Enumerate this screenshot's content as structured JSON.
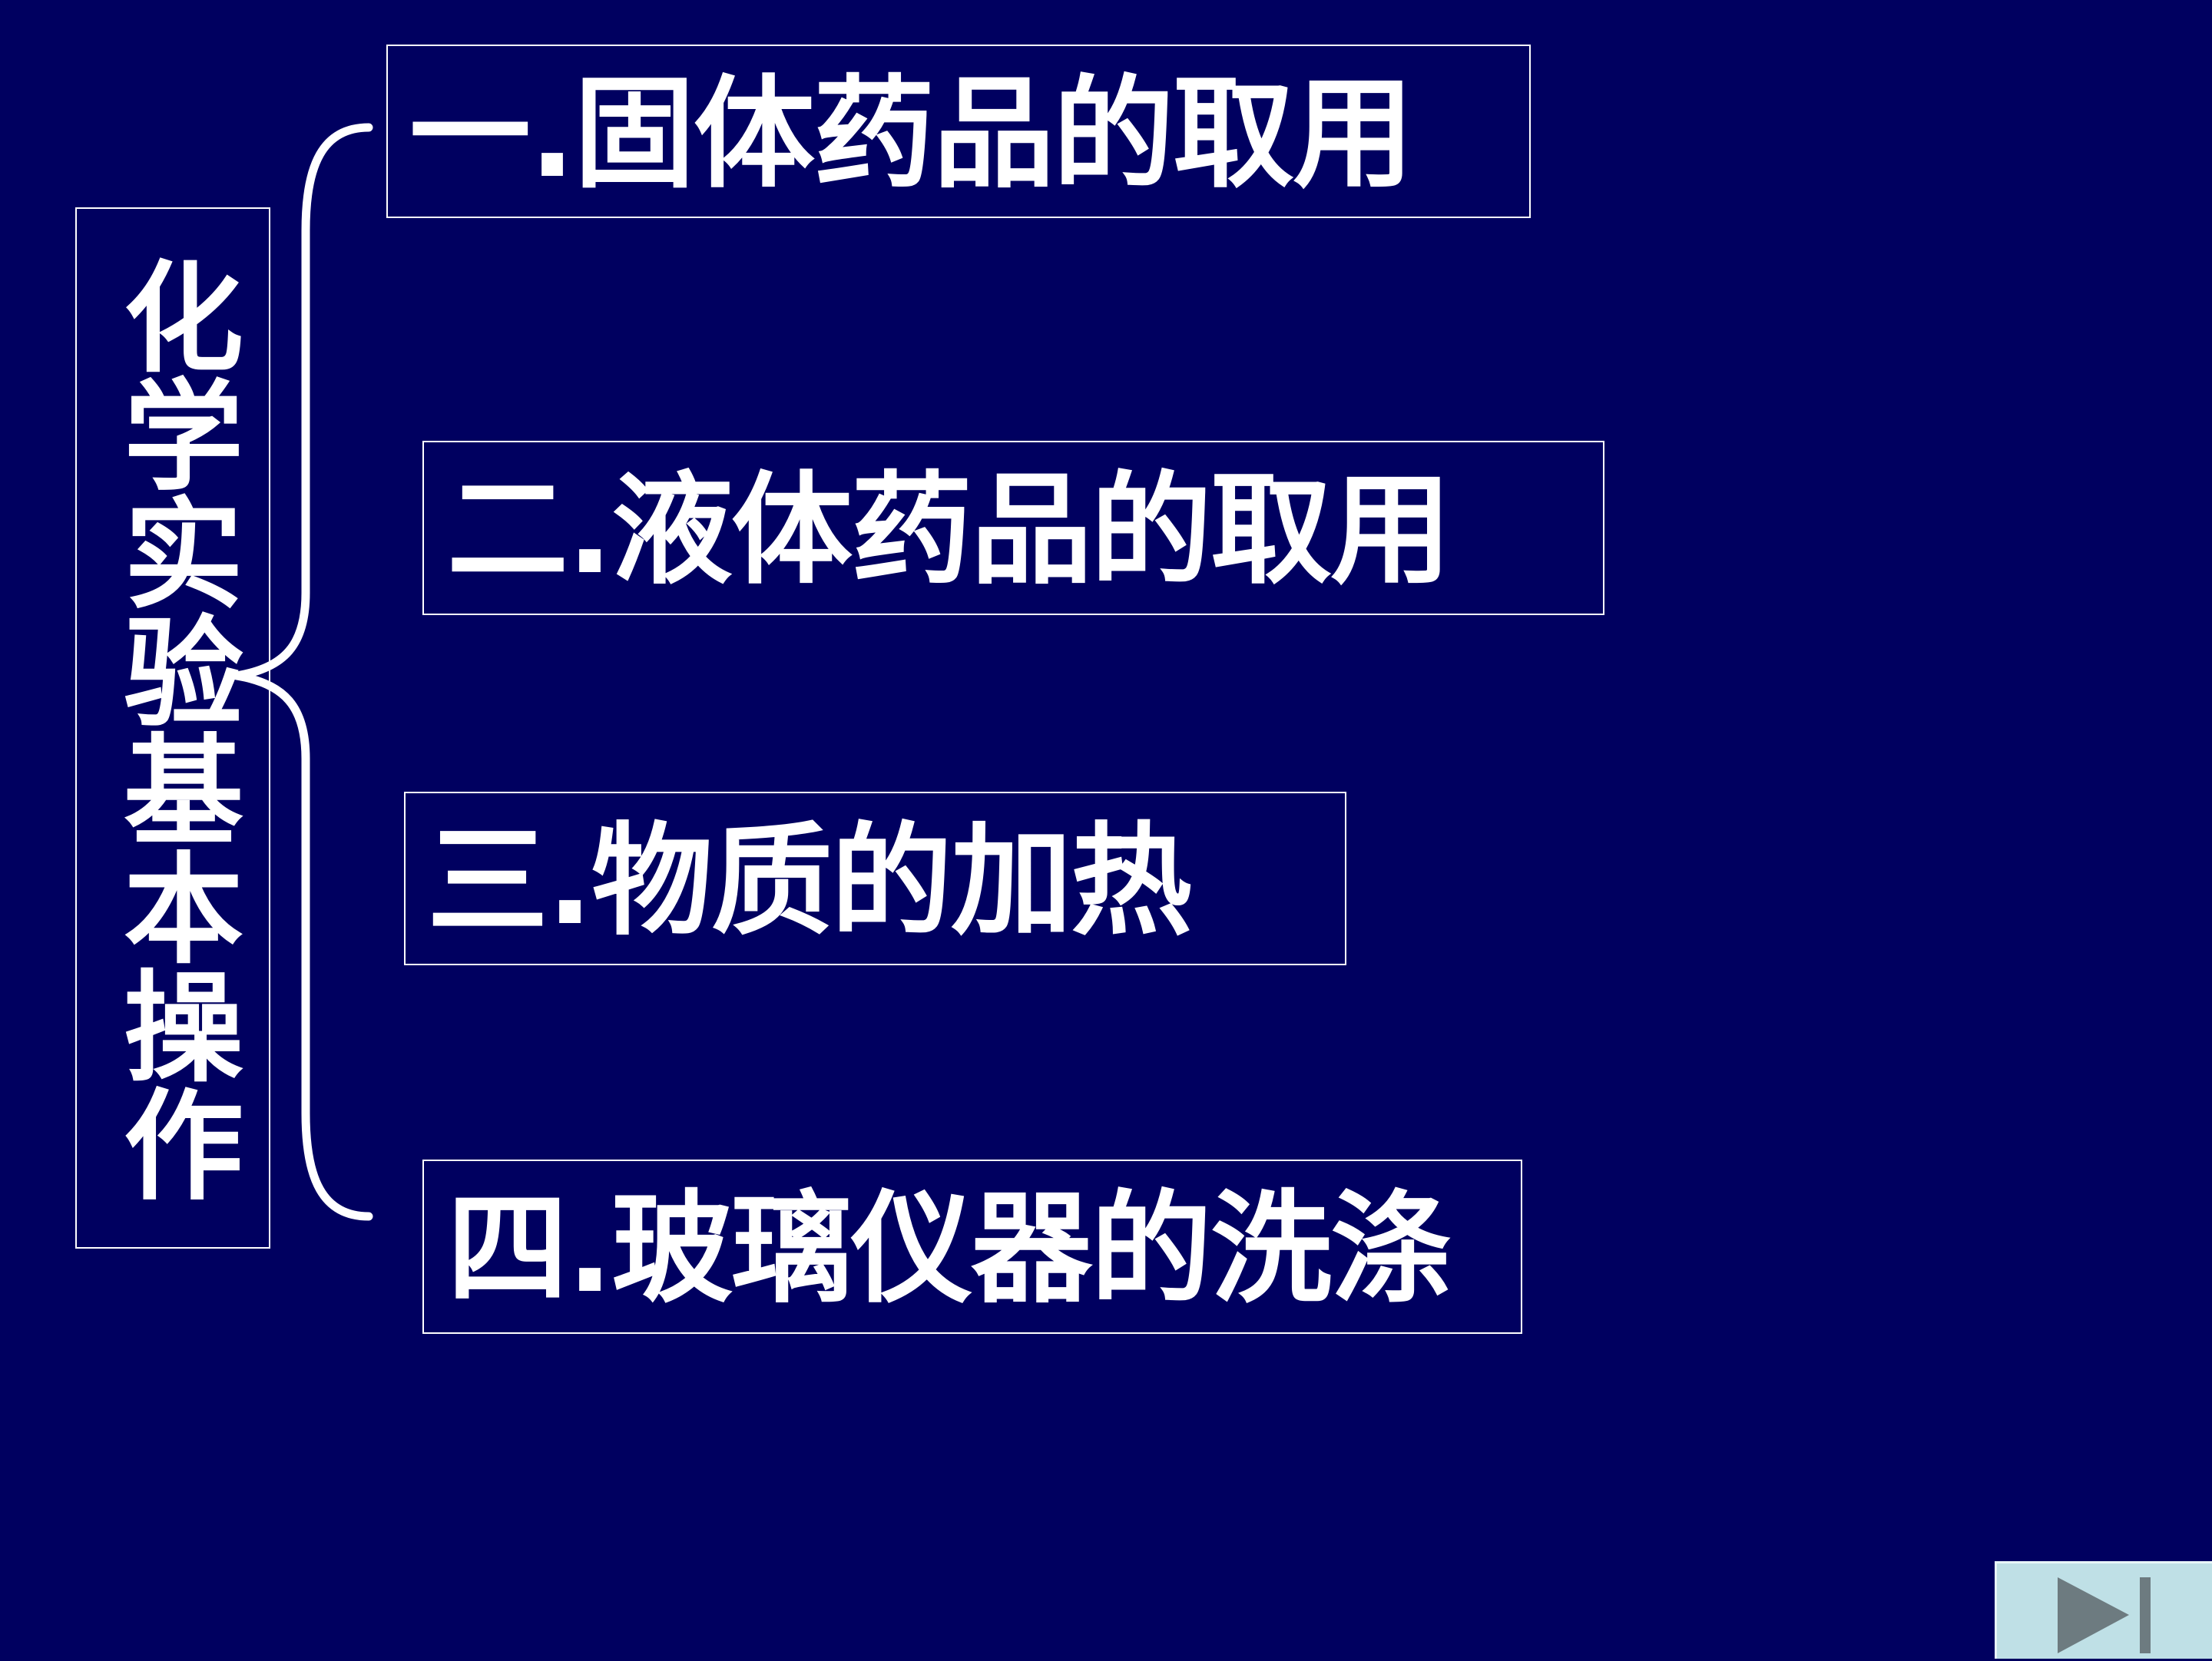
{
  "slide": {
    "background_color": "#000060",
    "title": "化学实验基本操作",
    "items": [
      {
        "label": "一.固体药品的取用"
      },
      {
        "label": "二.液体药品的取用"
      },
      {
        "label": "三.物质的加热"
      },
      {
        "label": "四.玻璃仪器的洗涤"
      }
    ]
  },
  "navigation": {
    "next_icon": "play-next-icon",
    "button_color": "#bfe0e6",
    "icon_color": "#6d7b80"
  }
}
